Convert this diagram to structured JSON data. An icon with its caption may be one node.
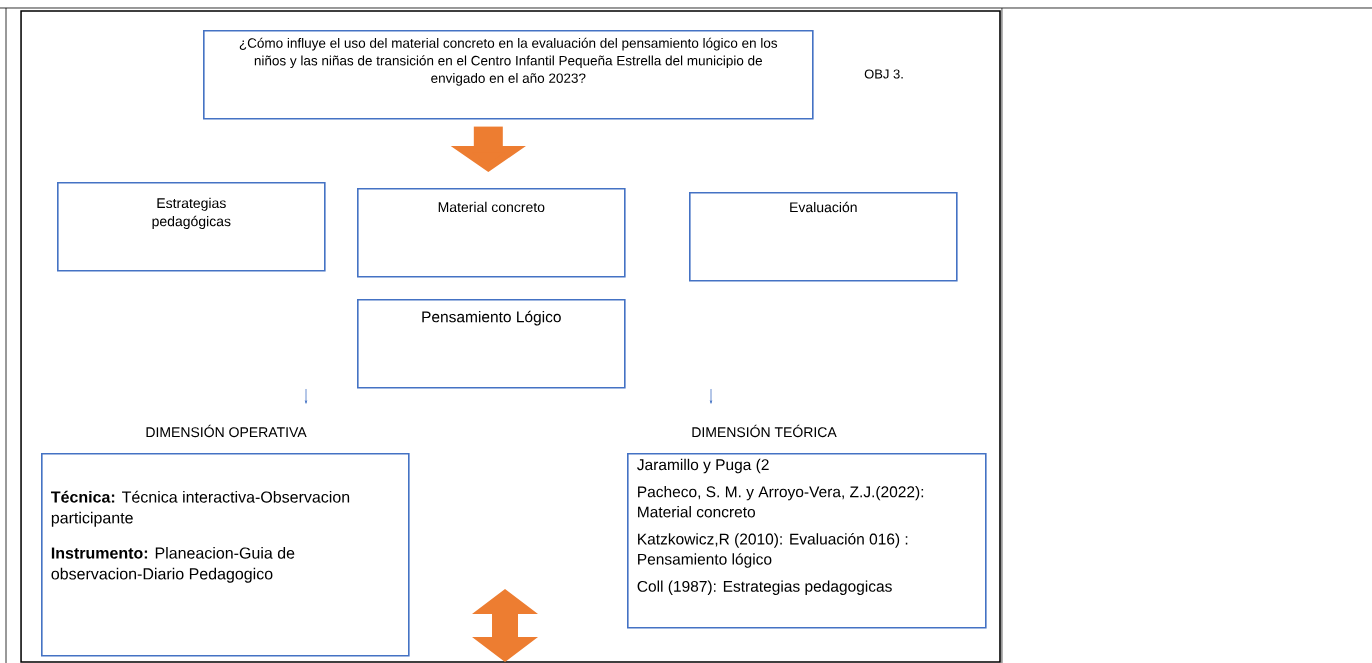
{
  "diagram": {
    "nodes": [
      {
        "text": [
          "¿Cómo influye el uso  del material concreto en la evaluación del pensamiento lógico en los niños y las niñas de transición en el Centro Infantil Pequeña Estrella del municipio de envigado en el año 2023?"
        ]
      },
      {
        "text": [
          "Estrategias pedagógicas"
        ]
      },
      {
        "text": [
          "Material concreto"
        ]
      },
      {
        "text": [
          "Evaluación"
        ]
      },
      {
        "text": [
          "Pensamiento Lógico"
        ]
      },
      {
        "text": [
          "DIMENSIÓN OPERATIVA",
          "**Técnica:** Técnica interactiva-Observacion participante",
          "**Instrumento:** Planeacion-Guia de observacion-Diario Pedagogico"
        ]
      },
      {
        "text": [
          "DIMENSIÓN TEÓRICA",
          "Jaramillo y Puga (2",
          "Pacheco, S. M. y Arroyo-Vera, Z.J.(2022): Material concreto",
          "Katzkowicz,R (2010): Evaluación 016) : Pensamiento lógico",
          "Coll (1987): Estrategias pedagogicas"
        ]
      }
    ],
    "edges": [
      {
        "from": 0,
        "to": 2,
        "arrow": "to",
        "color": "#ed7d31"
      }
    ],
    "labels": [
      "OBJ 3."
    ]
  }
}
